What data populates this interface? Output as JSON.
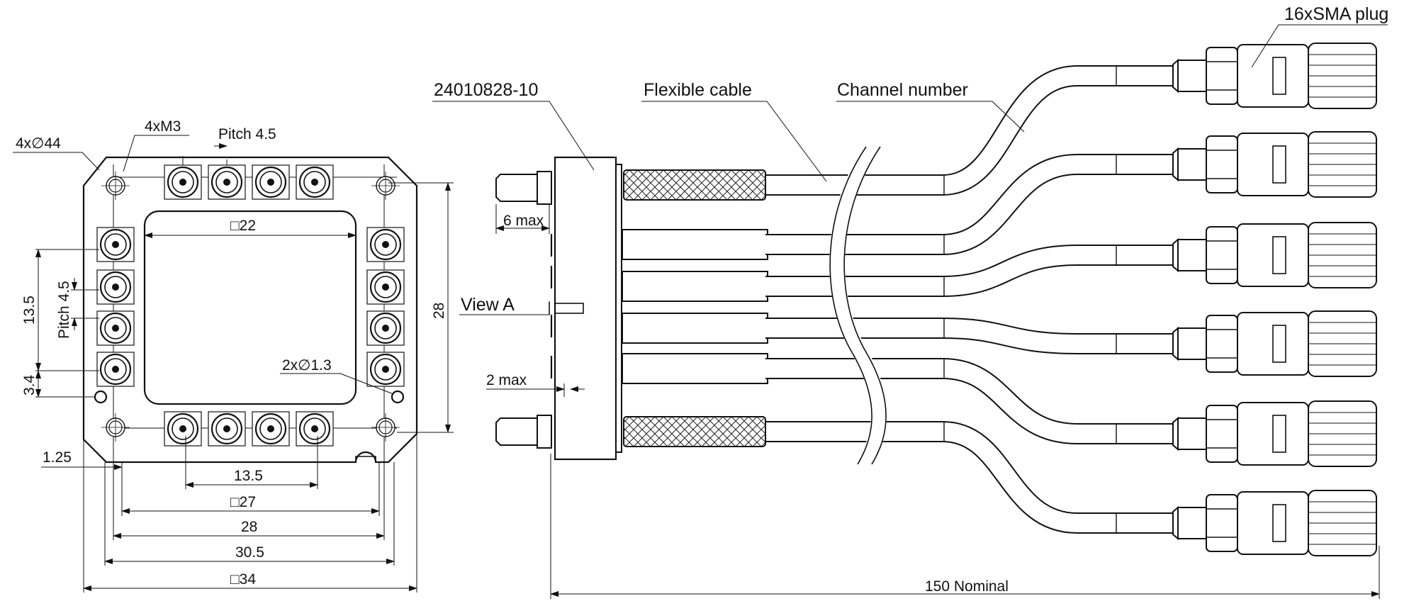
{
  "labels": {
    "top_holes": "4x∅44",
    "thread": "4xM3",
    "pitch_top": "Pitch 4.5",
    "square_inner": "□22",
    "dim_13_5_left": "13.5",
    "pitch_left": "Pitch 4.5",
    "dim_28_right": "28",
    "pin_holes": "2x∅1.3",
    "dim_3_4": "3.4",
    "dim_1_25": "1.25",
    "dim_13_5_bottom": "13.5",
    "square_27": "□27",
    "dim_28_bottom": "28",
    "dim_30_5": "30.5",
    "square_34": "□34",
    "part_number": "24010828-10",
    "flexible_cable": "Flexible cable",
    "channel_number": "Channel number",
    "sma_plug": "16xSMA plug",
    "six_max": "6 max",
    "view_a": "View A",
    "two_max": "2 max",
    "nominal": "150 Nominal"
  }
}
